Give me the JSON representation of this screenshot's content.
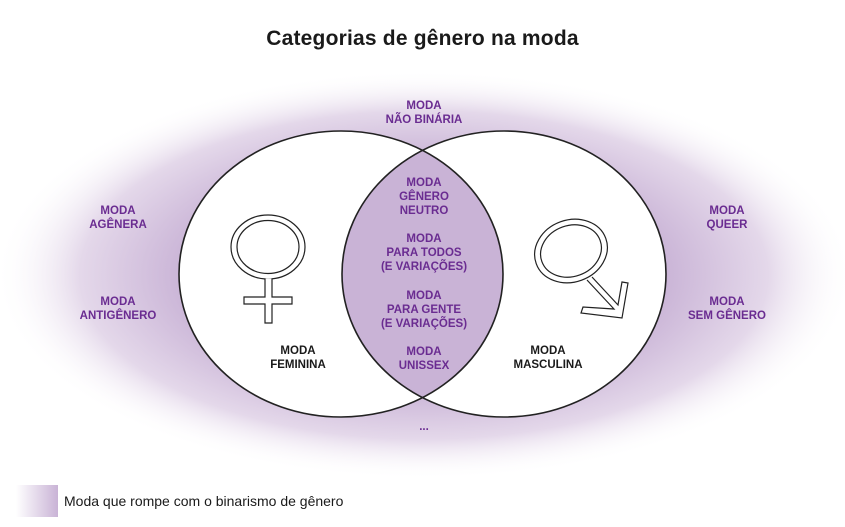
{
  "title": "Categorias de gênero na moda",
  "colors": {
    "accent_purple": "#6a2c91",
    "overlap_fill": "#c9b3d6",
    "glow": "#c3a9d3",
    "outline": "#222222",
    "text_dark": "#1a1a1a"
  },
  "diagram": {
    "top_label": "MODA\nNÃO BINÁRIA",
    "bottom_label": "...",
    "left_outer_labels": [
      "MODA\nAGÊNERA",
      "MODA\nANTIGÊNERO"
    ],
    "right_outer_labels": [
      "MODA\nQUEER",
      "MODA\nSEM GÊNERO"
    ],
    "left_circle": {
      "label": "MODA\nFEMININA",
      "symbol": "female-symbol-icon"
    },
    "right_circle": {
      "label": "MODA\nMASCULINA",
      "symbol": "male-symbol-icon"
    },
    "overlap_labels": [
      "MODA\nGÊNERO\nNEUTRO",
      "MODA\nPARA TODOS\n(E VARIAÇÕES)",
      "MODA\nPARA GENTE\n(E VARIAÇÕES)",
      "MODA\nUNISSEX"
    ]
  },
  "legend": {
    "label": "Moda que rompe com o binarismo de gênero"
  }
}
